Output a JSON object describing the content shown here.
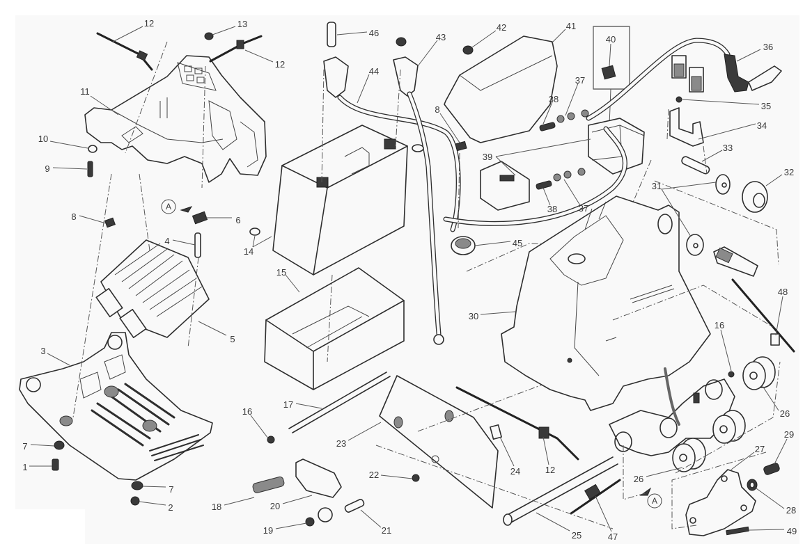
{
  "diagram": {
    "type": "exploded-parts-view",
    "background_color": "#f9f9f9",
    "line_color": "#2e2e2e",
    "reference_marker": "A",
    "callouts": [
      {
        "id": "c12a",
        "label": "12"
      },
      {
        "id": "c13",
        "label": "13"
      },
      {
        "id": "c12b",
        "label": "12"
      },
      {
        "id": "c11",
        "label": "11"
      },
      {
        "id": "c10",
        "label": "10"
      },
      {
        "id": "c9",
        "label": "9"
      },
      {
        "id": "c8a",
        "label": "8"
      },
      {
        "id": "c6",
        "label": "6"
      },
      {
        "id": "c4",
        "label": "4"
      },
      {
        "id": "c5",
        "label": "5"
      },
      {
        "id": "c3",
        "label": "3"
      },
      {
        "id": "c7a",
        "label": "7"
      },
      {
        "id": "c1",
        "label": "1"
      },
      {
        "id": "c7b",
        "label": "7"
      },
      {
        "id": "c2",
        "label": "2"
      },
      {
        "id": "c46",
        "label": "46"
      },
      {
        "id": "c44",
        "label": "44"
      },
      {
        "id": "c43",
        "label": "43"
      },
      {
        "id": "c42",
        "label": "42"
      },
      {
        "id": "c41",
        "label": "41"
      },
      {
        "id": "c40",
        "label": "40"
      },
      {
        "id": "c36",
        "label": "36"
      },
      {
        "id": "c8b",
        "label": "8"
      },
      {
        "id": "c38a",
        "label": "38"
      },
      {
        "id": "c37a",
        "label": "37"
      },
      {
        "id": "c35",
        "label": "35"
      },
      {
        "id": "c34",
        "label": "34"
      },
      {
        "id": "c39",
        "label": "39"
      },
      {
        "id": "c33",
        "label": "33"
      },
      {
        "id": "c32",
        "label": "32"
      },
      {
        "id": "c31",
        "label": "31"
      },
      {
        "id": "c38b",
        "label": "38"
      },
      {
        "id": "c37b",
        "label": "37"
      },
      {
        "id": "c14",
        "label": "14"
      },
      {
        "id": "c15",
        "label": "15"
      },
      {
        "id": "c45",
        "label": "45"
      },
      {
        "id": "c30",
        "label": "30"
      },
      {
        "id": "c48",
        "label": "48"
      },
      {
        "id": "c16a",
        "label": "16"
      },
      {
        "id": "c26a",
        "label": "26"
      },
      {
        "id": "c17",
        "label": "17"
      },
      {
        "id": "c16b",
        "label": "16"
      },
      {
        "id": "c23",
        "label": "23"
      },
      {
        "id": "c24",
        "label": "24"
      },
      {
        "id": "c12c",
        "label": "12"
      },
      {
        "id": "c27",
        "label": "27"
      },
      {
        "id": "c29",
        "label": "29"
      },
      {
        "id": "c26b",
        "label": "26"
      },
      {
        "id": "c22",
        "label": "22"
      },
      {
        "id": "c18",
        "label": "18"
      },
      {
        "id": "c20",
        "label": "20"
      },
      {
        "id": "c28",
        "label": "28"
      },
      {
        "id": "c19",
        "label": "19"
      },
      {
        "id": "c21",
        "label": "21"
      },
      {
        "id": "c25",
        "label": "25"
      },
      {
        "id": "c47",
        "label": "47"
      },
      {
        "id": "c49",
        "label": "49"
      }
    ]
  }
}
